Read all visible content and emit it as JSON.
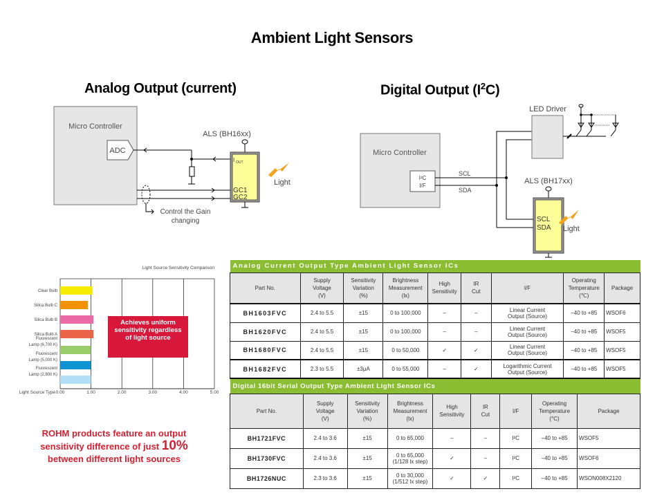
{
  "title": "Ambient Light Sensors",
  "analog_section": {
    "heading": "Analog Output (current)",
    "micro_controller_label": "Micro Controller",
    "adc_label": "ADC",
    "sensor_label": "ALS (BH16xx)",
    "pin_iout": "I",
    "pin_iout_sub": "OUT",
    "pin_gc1": "GC1",
    "pin_gc2": "GC2",
    "light_label": "Light",
    "gain_note_line1": "Control the Gain",
    "gain_note_line2": "changing"
  },
  "digital_section": {
    "heading_prefix": "Digital Output (I",
    "heading_sup": "2",
    "heading_suffix": "C)",
    "micro_controller_label": "Micro Controller",
    "i2c_label_line1": "I²C",
    "i2c_label_line2": "I/F",
    "scl_label": "SCL",
    "sda_label": "SDA",
    "led_driver_label": "LED Driver",
    "sensor_label": "ALS (BH17xx)",
    "pin_scl": "SCL",
    "pin_sda": "SDA",
    "light_label": "Light"
  },
  "chart_data": {
    "type": "bar",
    "orientation": "horizontal",
    "title": "Light Source Sensitivity  Comparison",
    "ylabel": "Light Source Type",
    "xlabel": "",
    "xlim": [
      0,
      5
    ],
    "xticks": [
      "0.00",
      "1.00",
      "2.00",
      "3.00",
      "4.00",
      "5.00"
    ],
    "grid": true,
    "categories": [
      {
        "label_lines": [
          "Clear Bulb"
        ],
        "value": 1.05,
        "color": "#f6ec00"
      },
      {
        "label_lines": [
          "Silica Bulb C"
        ],
        "value": 0.9,
        "color": "#f39200"
      },
      {
        "label_lines": [
          "Silica Bulb B"
        ],
        "value": 1.08,
        "color": "#ea6aa6"
      },
      {
        "label_lines": [
          "Silica Bulb A"
        ],
        "value": 1.08,
        "color": "#ea6448"
      },
      {
        "label_lines": [
          "Fluorescent",
          "Lamp (6,700 K)"
        ],
        "value": 1.0,
        "color": "#9bcc6a"
      },
      {
        "label_lines": [
          "Fluorescent",
          "Lamp (5,000 K)"
        ],
        "value": 1.0,
        "color": "#0f93d2"
      },
      {
        "label_lines": [
          "Fluorescent",
          "Lamp (2,800 K)"
        ],
        "value": 1.0,
        "color": "#b3e0f7"
      }
    ],
    "annotation": "Achieves uniform sensitivity regardless of light source"
  },
  "callout": {
    "line1": "Achieves  uniform",
    "line2": "sensitivity regardless",
    "line3": "of light source"
  },
  "rohm_note": {
    "line1": "ROHM products feature an output",
    "line2_pre": "sensitivity difference of just ",
    "line2_big": "10%",
    "line3": "between different light sources"
  },
  "analog_table": {
    "banner": "Analog Current Output Type Ambient Light Sensor ICs",
    "headers": [
      [
        "Part No."
      ],
      [
        "Supply",
        "Voltage",
        "(V)"
      ],
      [
        "Sensitivity",
        "Variation",
        "(%)"
      ],
      [
        "Brightness",
        "Measurement",
        "(lx)"
      ],
      [
        "High",
        "Sensitivity"
      ],
      [
        "IR",
        "Cut"
      ],
      [
        "I/F"
      ],
      [
        "Operating",
        "Temperature",
        "(℃)"
      ],
      [
        "Package"
      ]
    ],
    "rows": [
      {
        "part": "BH1603FVC",
        "voltage": "2.4 to 5.5",
        "variation": "±15",
        "brightness": "0 to 100,000",
        "high_sens": "–",
        "ir_cut": "–",
        "if_line1": "Linear Current",
        "if_line2": "Output (Source)",
        "temp": "−40 to +85",
        "package": "WSOF6"
      },
      {
        "part": "BH1620FVC",
        "voltage": "2.4 to 5.5",
        "variation": "±15",
        "brightness": "0 to 100,000",
        "high_sens": "–",
        "ir_cut": "–",
        "if_line1": "Linear Current",
        "if_line2": "Output (Source)",
        "temp": "−40 to +85",
        "package": "WSOF5"
      },
      {
        "part": "BH1680FVC",
        "voltage": "2.4 to 5.5",
        "variation": "±15",
        "brightness": "0 to 50,000",
        "high_sens": "✓",
        "ir_cut": "✓",
        "if_line1": "Linear Current",
        "if_line2": "Output (Source)",
        "temp": "−40 to +85",
        "package": "WSOF5"
      },
      {
        "part": "BH1682FVC",
        "voltage": "2.3 to 5.5",
        "variation": "±3μA",
        "brightness": "0 to 55,000",
        "high_sens": "–",
        "ir_cut": "✓",
        "if_line1": "Logarithmic Current",
        "if_line2": "Output (Source)",
        "temp": "−40 to +85",
        "package": "WSOF5"
      }
    ]
  },
  "digital_table": {
    "banner": "Digital 16bit Serial Output Type Ambient Light Sensor ICs",
    "headers": [
      [
        "Part No."
      ],
      [
        "Supply",
        "Voltage",
        "(V)"
      ],
      [
        "Sensitivity",
        "Variation",
        "(%)"
      ],
      [
        "Brightness",
        "Measurement",
        "(lx)"
      ],
      [
        "High",
        "Sensitivity"
      ],
      [
        "IR",
        "Cut"
      ],
      [
        "I/F"
      ],
      [
        "Operating",
        "Temperature",
        "(°C)"
      ],
      [
        "Package"
      ]
    ],
    "rows": [
      {
        "part": "BH1721FVC",
        "voltage": "2.4 to 3.6",
        "variation": "±15",
        "brightness_line1": "0 to 65,000",
        "brightness_line2": "",
        "high_sens": "–",
        "ir_cut": "–",
        "if": "I²C",
        "temp": "−40 to +85",
        "package": "WSOF5"
      },
      {
        "part": "BH1730FVC",
        "voltage": "2.4 to 3.6",
        "variation": "±15",
        "brightness_line1": "0 to 65,000",
        "brightness_line2": "(1/128 lx step)",
        "high_sens": "✓",
        "ir_cut": "–",
        "if": "I²C",
        "temp": "−40 to +85",
        "package": "WSOF6"
      },
      {
        "part": "BH1726NUC",
        "voltage": "2.3 to 3.6",
        "variation": "±15",
        "brightness_line1": "0 to 30,000",
        "brightness_line2": "(1/512 lx step)",
        "high_sens": "✓",
        "ir_cut": "✓",
        "if": "I²C",
        "temp": "−40 to +85",
        "package": "WSON008X2120"
      }
    ]
  },
  "colors": {
    "table_banner": "#8bbd32",
    "callout_bg": "#d7183a",
    "note_text": "#d42030",
    "sensor_fill": "#ffff99",
    "light_bolt": "#f5a21b",
    "mcu_fill": "#e6e6e6"
  }
}
